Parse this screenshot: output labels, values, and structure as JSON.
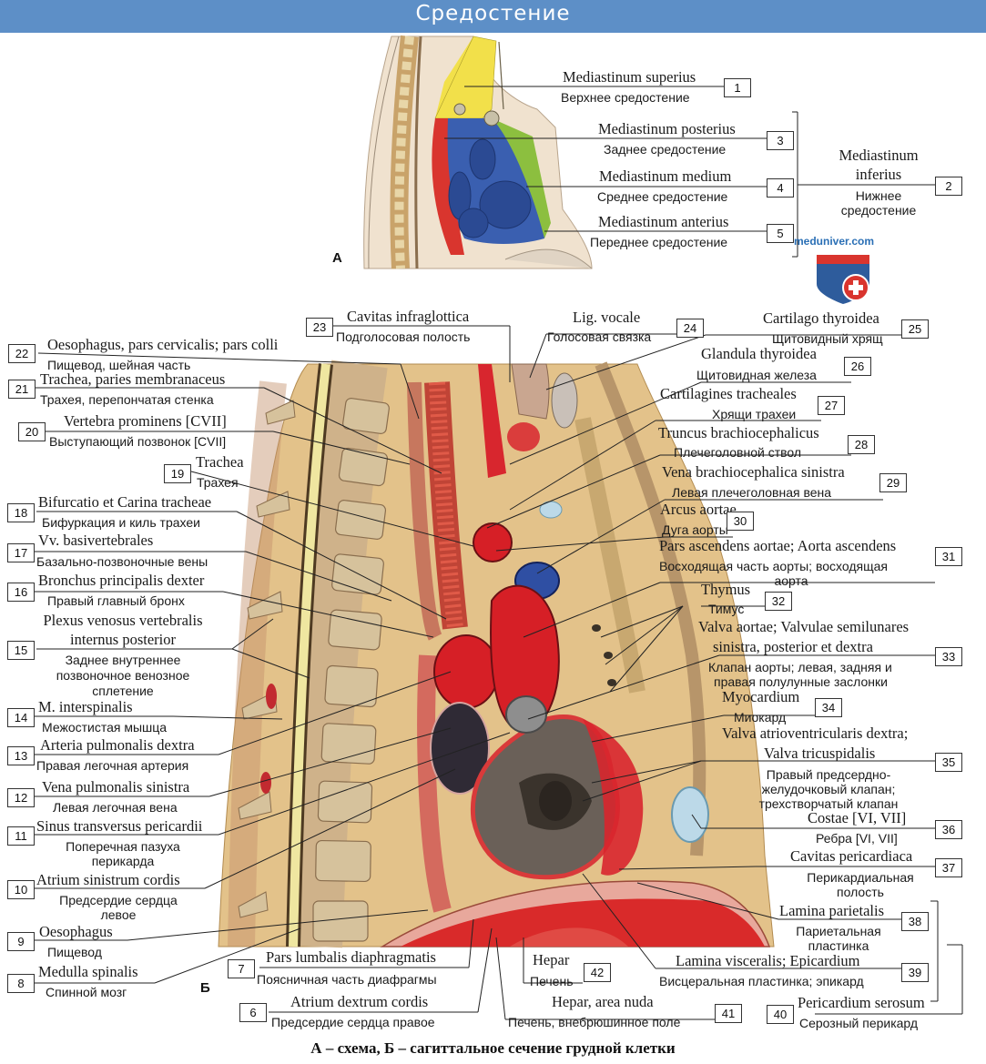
{
  "header": {
    "title": "Средостение"
  },
  "panels": {
    "a": "А",
    "b": "Б"
  },
  "site": "meduniver.com",
  "caption": "А – схема, Б – сагиттальное сечение грудной клетки",
  "colors": {
    "banner": "#5d8fc7",
    "superior": "#f2e04a",
    "posterior": "#d9352e",
    "medium": "#3a5fb0",
    "anterior": "#8cbf3f",
    "blood_red": "#d61f26",
    "tissue": "#e3c28a"
  },
  "labels": {
    "l1": {
      "num": "1",
      "latin": "Mediastinum superius",
      "ru": "Верхнее средостение"
    },
    "l2": {
      "num": "2",
      "latin1": "Mediastinum",
      "latin2": "inferius",
      "ru1": "Нижнее",
      "ru2": "средостение"
    },
    "l3": {
      "num": "3",
      "latin": "Mediastinum posterius",
      "ru": "Заднее средостение"
    },
    "l4": {
      "num": "4",
      "latin": "Mediastinum medium",
      "ru": "Среднее средостение"
    },
    "l5": {
      "num": "5",
      "latin": "Mediastinum anterius",
      "ru": "Переднее средостение"
    },
    "l6": {
      "num": "6",
      "latin": "Atrium dextrum cordis",
      "ru": "Предсердие сердца правое"
    },
    "l7": {
      "num": "7",
      "latin": "Pars lumbalis diaphragmatis",
      "ru": "Поясничная часть диафрагмы"
    },
    "l8": {
      "num": "8",
      "latin": "Medulla spinalis",
      "ru": "Спинной мозг"
    },
    "l9": {
      "num": "9",
      "latin": "Oesophagus",
      "ru": "Пищевод"
    },
    "l10": {
      "num": "10",
      "latin": "Atrium sinistrum cordis",
      "ru1": "Предсердие сердца",
      "ru2": "левое"
    },
    "l11": {
      "num": "11",
      "latin": "Sinus transversus pericardii",
      "ru1": "Поперечная пазуха",
      "ru2": "перикарда"
    },
    "l12": {
      "num": "12",
      "latin": "Vena pulmonalis sinistra",
      "ru": "Левая легочная вена"
    },
    "l13": {
      "num": "13",
      "latin": "Arteria pulmonalis dextra",
      "ru": "Правая легочная артерия"
    },
    "l14": {
      "num": "14",
      "latin": "M. interspinalis",
      "ru": "Межостистая мышца"
    },
    "l15": {
      "num": "15",
      "latin1": "Plexus venosus vertebralis",
      "latin2": "internus posterior",
      "ru1": "Заднее внутреннее",
      "ru2": "позвоночное венозное",
      "ru3": "сплетение"
    },
    "l16": {
      "num": "16",
      "latin": "Bronchus principalis dexter",
      "ru": "Правый главный бронх"
    },
    "l17": {
      "num": "17",
      "latin": "Vv. basivertebrales",
      "ru": "Базально-позвоночные вены"
    },
    "l18": {
      "num": "18",
      "latin": "Bifurcatio et Carina tracheae",
      "ru": "Бифуркация и киль трахеи"
    },
    "l19": {
      "num": "19",
      "latin": "Trachea",
      "ru": "Трахея"
    },
    "l20": {
      "num": "20",
      "latin": "Vertebra prominens [CVII]",
      "ru": "Выступающий позвонок [CVII]"
    },
    "l21": {
      "num": "21",
      "latin": "Trachea, paries membranaceus",
      "ru": "Трахея, перепончатая стенка"
    },
    "l22": {
      "num": "22",
      "latin": "Oesophagus, pars cervicalis; pars colli",
      "ru": "Пищевод, шейная часть"
    },
    "l23": {
      "num": "23",
      "latin": "Cavitas infraglottica",
      "ru": "Подголосовая полость"
    },
    "l24": {
      "num": "24",
      "latin": "Lig. vocale",
      "ru": "Голосовая связка"
    },
    "l25": {
      "num": "25",
      "latin": "Cartilago thyroidea",
      "ru": "Щитовидный хрящ"
    },
    "l26": {
      "num": "26",
      "latin": "Glandula thyroidea",
      "ru": "Щитовидная железа"
    },
    "l27": {
      "num": "27",
      "latin": "Cartilagines tracheales",
      "ru": "Хрящи трахеи"
    },
    "l28": {
      "num": "28",
      "latin": "Truncus brachiocephalicus",
      "ru": "Плечеголовной ствол"
    },
    "l29": {
      "num": "29",
      "latin": "Vena brachiocephalica sinistra",
      "ru": "Левая плечеголовная вена"
    },
    "l30": {
      "num": "30",
      "latin": "Arcus aortae",
      "ru": "Дуга аорты"
    },
    "l31": {
      "num": "31",
      "latin": "Pars ascendens aortae; Aorta ascendens",
      "ru1": "Восходящая часть аорты; восходящая",
      "ru2": "аорта"
    },
    "l32": {
      "num": "32",
      "latin": "Thymus",
      "ru": "Тимус"
    },
    "l33": {
      "num": "33",
      "latin1": "Valva aortae; Valvulae semilunares",
      "latin2": "sinistra, posterior et dextra",
      "ru1": "Клапан аорты; левая, задняя и",
      "ru2": "правая полулунные заслонки"
    },
    "l34": {
      "num": "34",
      "latin": "Myocardium",
      "ru": "Миокард"
    },
    "l35": {
      "num": "35",
      "latin1": "Valva atrioventricularis dextra;",
      "latin2": "Valva tricuspidalis",
      "ru1": "Правый предсердно-",
      "ru2": "желудочковый клапан;",
      "ru3": "трехстворчатый клапан"
    },
    "l36": {
      "num": "36",
      "latin": "Costae [VI, VII]",
      "ru": "Ребра [VI, VII]"
    },
    "l37": {
      "num": "37",
      "latin": "Cavitas pericardiaca",
      "ru1": "Перикардиальная",
      "ru2": "полость"
    },
    "l38": {
      "num": "38",
      "latin": "Lamina parietalis",
      "ru1": "Париетальная",
      "ru2": "пластинка"
    },
    "l39": {
      "num": "39",
      "latin": "Lamina visceralis; Epicardium",
      "ru": "Висцеральная пластинка; эпикард"
    },
    "l40": {
      "num": "40",
      "latin": "Pericardium serosum",
      "ru": "Серозный перикард"
    },
    "l41": {
      "num": "41",
      "latin": "Hepar, area nuda",
      "ru": "Печень, внебрюшинное поле"
    },
    "l42": {
      "num": "42",
      "latin": "Hepar",
      "ru": "Печень"
    }
  }
}
